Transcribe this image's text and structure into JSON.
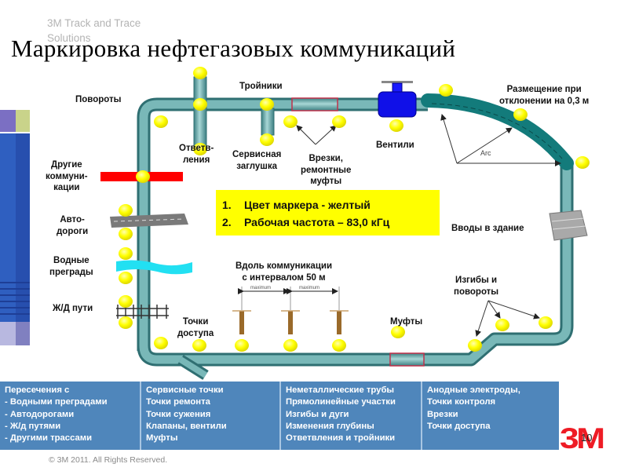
{
  "header": {
    "brand": "3M Track and Trace Solutions",
    "title": "Маркировка нефтегазовых коммуникаций"
  },
  "diagram_labels": {
    "turns": "Повороты",
    "tees": "Тройники",
    "branches": [
      "Ответв-",
      "ления"
    ],
    "service_cap": [
      "Сервисная",
      "заглушка"
    ],
    "taps": [
      "Врезки,",
      "ремонтные",
      "муфты"
    ],
    "valves": "Вентили",
    "deviation": [
      "Размещение при",
      "отклонении на 0,3 м"
    ],
    "arc": "Arc",
    "other_utilities": [
      "Другие",
      "коммуни-",
      "кации"
    ],
    "roads": [
      "Авто-",
      "дороги"
    ],
    "water": [
      "Водные",
      "преграды"
    ],
    "railway": "Ж/Д пути",
    "access_points": [
      "Точки",
      "доступа"
    ],
    "along": [
      "Вдоль коммуникации",
      "с интервалом 50 м"
    ],
    "maximum": "maximum",
    "couplings": "Муфты",
    "bends": [
      "Изгибы и",
      "повороты"
    ],
    "building_entry": "Вводы в здание"
  },
  "infobox": {
    "items": [
      {
        "num": "1.",
        "text": "Цвет маркера - желтый"
      },
      {
        "num": "2.",
        "text": "Рабочая частота – 83,0 кГц"
      }
    ]
  },
  "colors": {
    "pipe": "#5e9ea0",
    "marker": "#ffff00",
    "valve": "#0000e0",
    "info_bg": "#ffff00",
    "table_bg": "#4f86bb",
    "logo": "#ee1c25"
  },
  "bottom_table": {
    "columns": [
      [
        "Пересечения с",
        "- Водными преградами",
        "- Автодорогами",
        "- Ж/д путями",
        "- Другими трассами"
      ],
      [
        "Сервисные точки",
        "Точки ремонта",
        "Точки сужения",
        "Клапаны, вентили",
        "Муфты"
      ],
      [
        "Неметаллические трубы",
        "Прямолинейные участки",
        "Изгибы и дуги",
        "Изменения глубины",
        "Ответвления и тройники"
      ],
      [
        "Анодные электроды,",
        "Точки контроля",
        "Врезки",
        "Точки доступа"
      ]
    ]
  },
  "footer": {
    "copyright": "© 3M 2011.  All Rights Reserved.",
    "logo": "3M",
    "page_number": "10"
  }
}
